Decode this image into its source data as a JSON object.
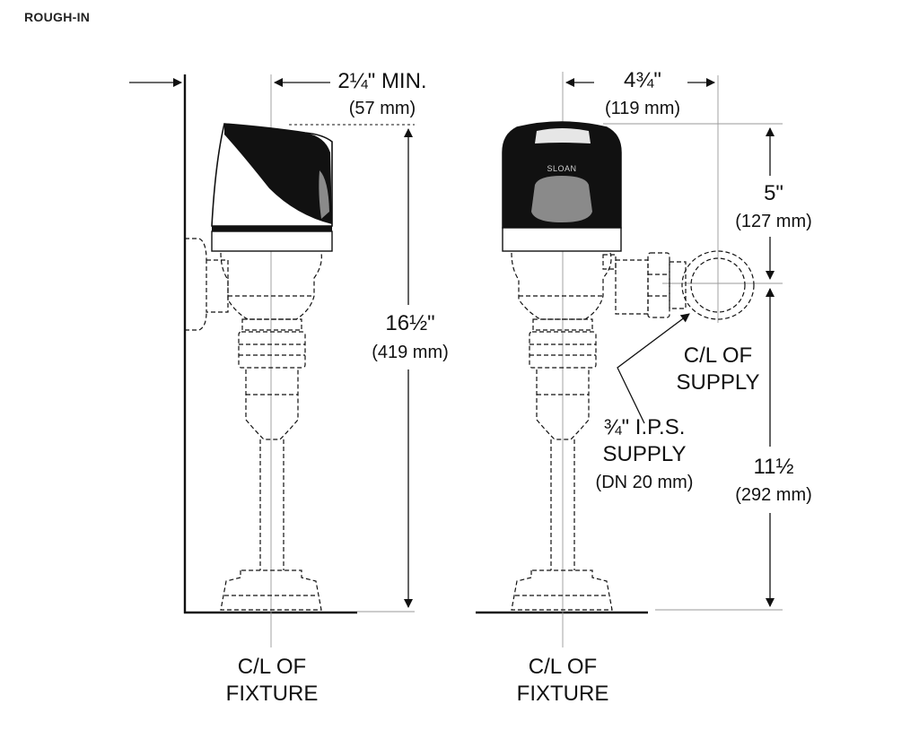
{
  "section_title": "ROUGH-IN",
  "colors": {
    "ink": "#111111",
    "centerline": "#999999",
    "lens": "#8a8a8a",
    "cap_top": "#e6e6e6"
  },
  "side_view": {
    "wall_offset_primary": "2¼\" MIN.",
    "wall_offset_secondary": "(57 mm)",
    "height_primary": "16½\"",
    "height_secondary": "(419 mm)",
    "centerline_line1": "C/L OF",
    "centerline_line2": "FIXTURE"
  },
  "front_view": {
    "brand": "SLOAN",
    "supply_offset_primary": "4¾\"",
    "supply_offset_secondary": "(119 mm)",
    "top_to_supply_primary": "5\"",
    "top_to_supply_secondary": "(127 mm)",
    "supply_cl_line1": "C/L OF",
    "supply_cl_line2": "SUPPLY",
    "supply_size_line1": "¾\" I.P.S.",
    "supply_size_line2": "SUPPLY",
    "supply_size_line3": "(DN 20 mm)",
    "supply_height_primary": "11½",
    "supply_height_secondary": "(292 mm)",
    "centerline_line1": "C/L OF",
    "centerline_line2": "FIXTURE"
  }
}
